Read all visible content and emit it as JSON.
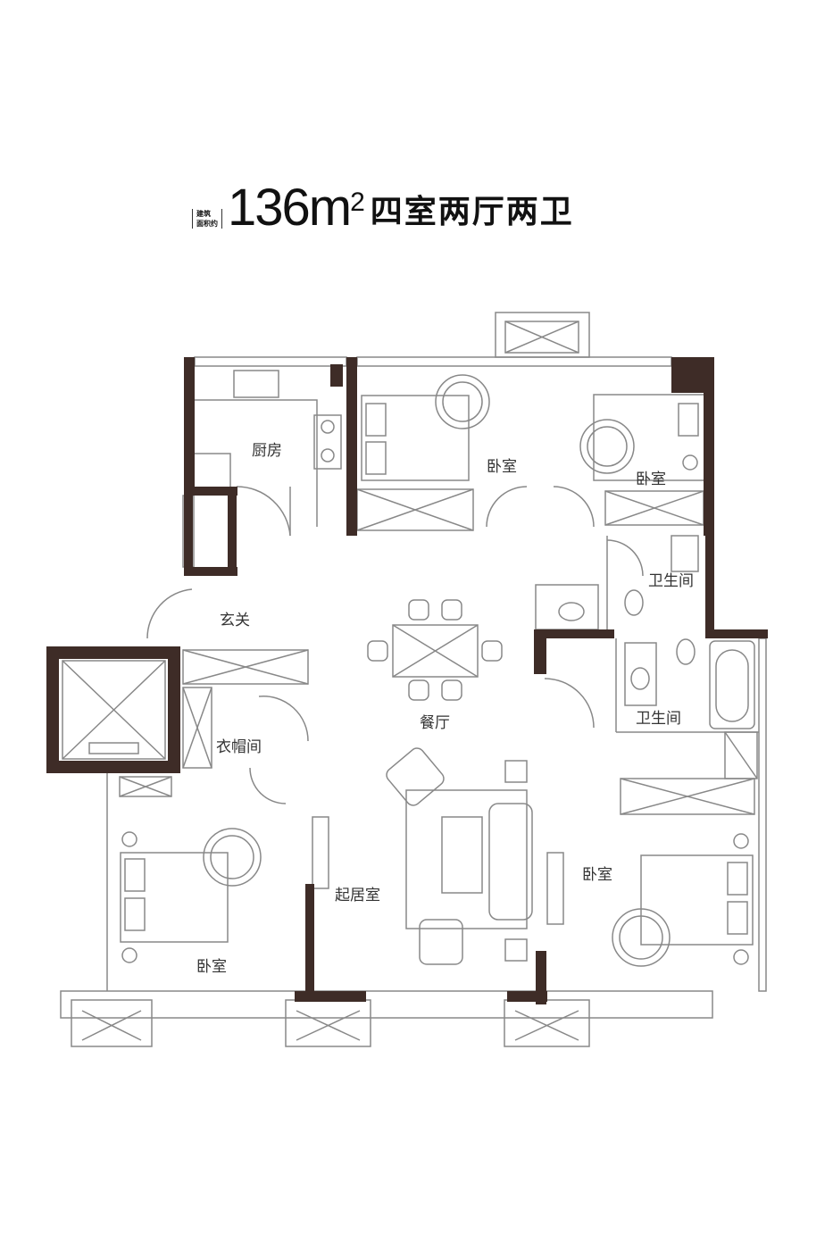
{
  "header": {
    "area_note_line1": "建筑",
    "area_note_line2": "面积约",
    "area_value": "136m",
    "area_unit_sup": "2",
    "layout_type": "四室两厅两卫"
  },
  "rooms": {
    "kitchen": "厨房",
    "bedroom_top_left": "卧室",
    "bedroom_top_right": "卧室",
    "bathroom_1": "卫生间",
    "bathroom_2": "卫生间",
    "foyer": "玄关",
    "dining": "餐厅",
    "cloakroom": "衣帽间",
    "living": "起居室",
    "bedroom_bottom_left": "卧室",
    "bedroom_bottom_right": "卧室"
  },
  "colors": {
    "wall": "#3e2c27",
    "line": "#777777"
  }
}
